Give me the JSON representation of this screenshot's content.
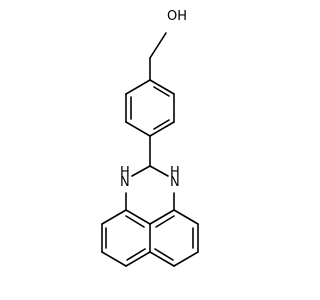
{
  "molecule": {
    "atom_labels": {
      "hydroxyl": "OH",
      "nh_left": "N",
      "h_left": "H",
      "nh_right": "N",
      "h_right": "H"
    },
    "colors": {
      "bond": "#000000",
      "text": "#000000",
      "background": "#ffffff"
    }
  }
}
